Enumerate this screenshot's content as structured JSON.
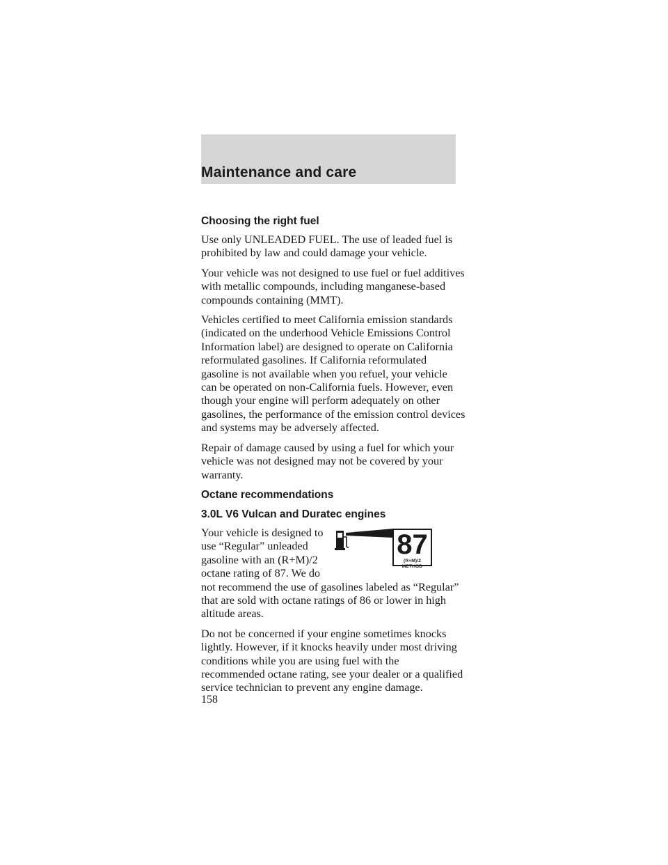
{
  "header": {
    "title": "Maintenance and care"
  },
  "sections": {
    "fuel": {
      "heading": "Choosing the right fuel",
      "p1": "Use only UNLEADED FUEL. The use of leaded fuel is prohibited by law and could damage your vehicle.",
      "p2": "Your vehicle was not designed to use fuel or fuel additives with metallic compounds, including manganese-based compounds containing (MMT).",
      "p3": "Vehicles certified to meet California emission standards (indicated on the underhood Vehicle Emissions Control Information label) are designed to operate on California reformulated gasolines. If California reformulated gasoline is not available when you refuel, your vehicle can be operated on non-California fuels. However, even though your engine will perform adequately on other gasolines, the performance of the emission control devices and systems may be adversely affected.",
      "p4": "Repair of damage caused by using a fuel for which your vehicle was not designed may not be covered by your warranty."
    },
    "octane": {
      "heading": "Octane recommendations",
      "subheading": "3.0L V6 Vulcan and Duratec engines",
      "p1": "Your vehicle is designed to use “Regular” unleaded gasoline with an (R+M)/2 octane rating of 87. We do not recommend the use of gasolines labeled as “Regular” that are sold with octane ratings of 86 or lower in high altitude areas.",
      "p2": "Do not be concerned if your engine sometimes knocks lightly. However, if it knocks heavily under most driving conditions while you are using fuel with the recommended octane rating, see your dealer or a qualified service technician to prevent any engine damage."
    }
  },
  "octane_label": {
    "number": "87",
    "method": "(R+M)/2 METHOD",
    "icon": "fuel-pump-icon"
  },
  "page_number": "158"
}
